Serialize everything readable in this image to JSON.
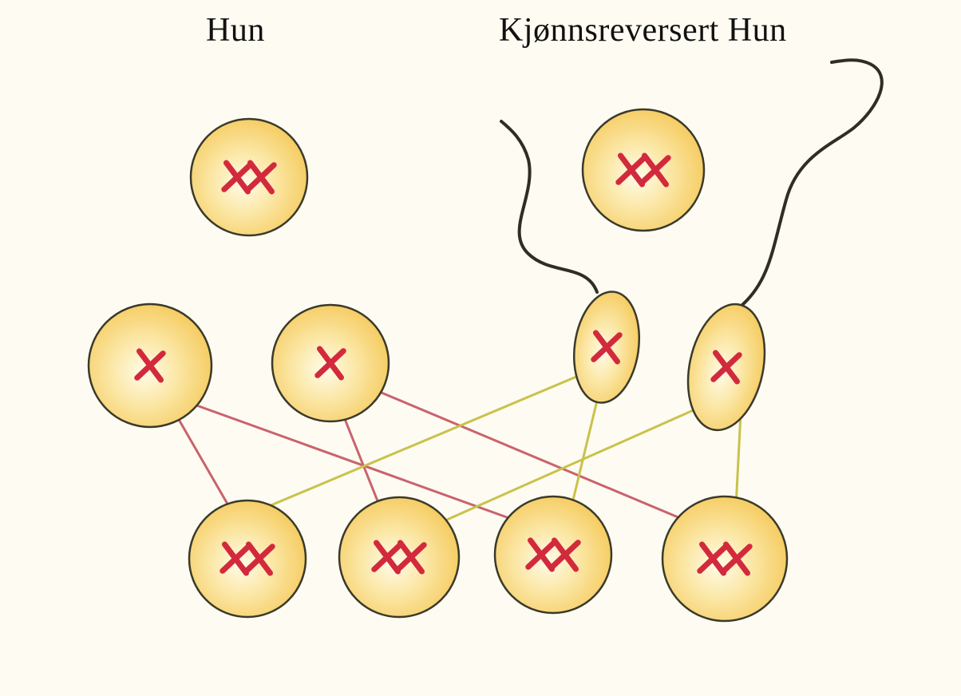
{
  "headings": {
    "left": "Hun",
    "right": "Kjønnsreversert Hun"
  },
  "colors": {
    "background": "#fdfbf2",
    "cell_fill": "#f5c95a",
    "cell_center": "#fffbe8",
    "cell_outline": "#3a3a2a",
    "chromosome": "#d22a3c",
    "line_from_egg": "#c9636c",
    "line_from_sperm": "#c9c24a",
    "flagellum": "#2e2e22"
  },
  "cells": {
    "parent_female": {
      "type": "egg",
      "chromosomes": "XX"
    },
    "parent_sex_reversed_female": {
      "type": "egg",
      "chromosomes": "XX"
    },
    "gametes": [
      {
        "id": "egg-1",
        "type": "egg",
        "chromosomes": "X"
      },
      {
        "id": "egg-2",
        "type": "egg",
        "chromosomes": "X"
      },
      {
        "id": "sperm-1",
        "type": "sperm",
        "chromosomes": "X"
      },
      {
        "id": "sperm-2",
        "type": "sperm",
        "chromosomes": "X"
      }
    ],
    "offspring": [
      {
        "id": "offspring-1",
        "chromosomes": "XX"
      },
      {
        "id": "offspring-2",
        "chromosomes": "XX"
      },
      {
        "id": "offspring-3",
        "chromosomes": "XX"
      },
      {
        "id": "offspring-4",
        "chromosomes": "XX"
      }
    ]
  },
  "crosses": [
    {
      "from": "egg-1",
      "to": "offspring-1"
    },
    {
      "from": "egg-1",
      "to": "offspring-3"
    },
    {
      "from": "egg-2",
      "to": "offspring-2"
    },
    {
      "from": "egg-2",
      "to": "offspring-4"
    },
    {
      "from": "sperm-1",
      "to": "offspring-1"
    },
    {
      "from": "sperm-1",
      "to": "offspring-3"
    },
    {
      "from": "sperm-2",
      "to": "offspring-2"
    },
    {
      "from": "sperm-2",
      "to": "offspring-4"
    }
  ]
}
